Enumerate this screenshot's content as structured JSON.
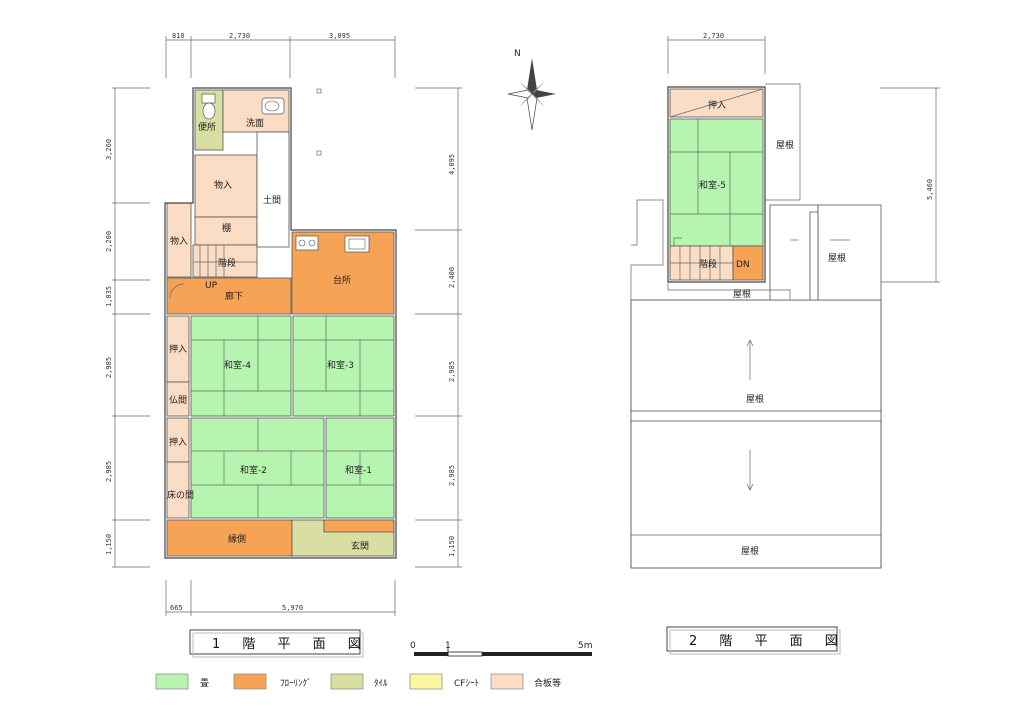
{
  "dims_top_1f": [
    "810",
    "2,730",
    "3,095"
  ],
  "dims_left_1f": [
    "3,260",
    "2,200",
    "1,035",
    "2,985",
    "2,985",
    "1,150"
  ],
  "dims_right_1f": [
    "4,095",
    "2,400",
    "2,985",
    "2,985",
    "1,150"
  ],
  "dims_bottom_1f": [
    "665",
    "5,970"
  ],
  "dims_top_2f": "2,730",
  "dims_right_2f": "5,460",
  "rooms_1f": {
    "toilet": "便所",
    "washroom": "洗面",
    "storage": "物入",
    "storage2": "物入",
    "shelf": "棚",
    "doma": "土間",
    "stairs": "階段",
    "up": "UP",
    "corridor": "廊下",
    "kitchen": "台所",
    "oshiire1": "押入",
    "butsuma": "仏間",
    "oshiire2": "押入",
    "tokonoma": "床の間",
    "washitsu4": "和室-4",
    "washitsu3": "和室-3",
    "washitsu2": "和室-2",
    "washitsu1": "和室-1",
    "engawa": "縁側",
    "genkan": "玄関"
  },
  "rooms_2f": {
    "oshiire": "押入",
    "washitsu5": "和室-5",
    "stairs": "階段",
    "dn": "DN",
    "roof_a": "屋根",
    "roof_b": "屋根",
    "roof_c": "屋根",
    "roof_d": "屋根",
    "roof_e": "屋根"
  },
  "north": "N",
  "title_1f": "1 階 平 面 図",
  "title_2f": "2 階 平 面 図",
  "scale": {
    "zero": "0",
    "one": "1",
    "five": "5m"
  },
  "legend": [
    {
      "label": "畳",
      "color": "#b5f5b0"
    },
    {
      "label": "ﾌﾛｰﾘﾝｸﾞ",
      "color": "#f7a356"
    },
    {
      "label": "ﾀｲﾙ",
      "color": "#d9dea3"
    },
    {
      "label": "CFｼｰﾄ",
      "color": "#fbf7a3"
    },
    {
      "label": "合板等",
      "color": "#fbdcc4"
    }
  ]
}
